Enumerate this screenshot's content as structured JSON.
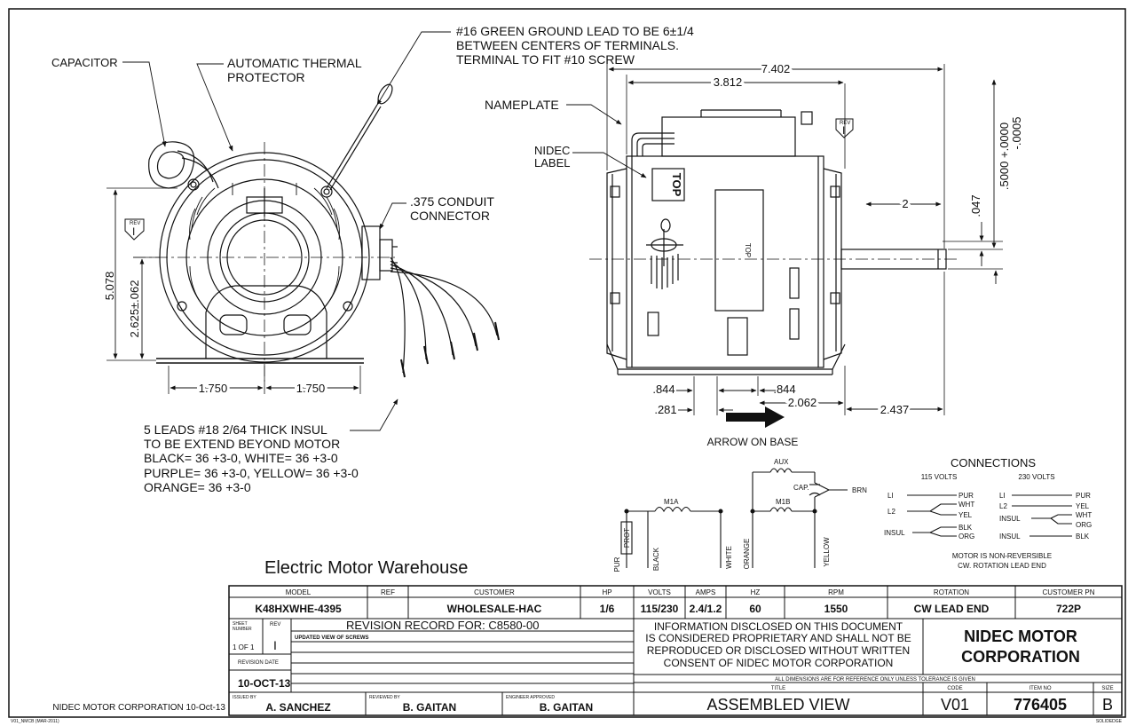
{
  "left_view": {
    "capacitor": "CAPACITOR",
    "thermal_1": "AUTOMATIC THERMAL",
    "thermal_2": "PROTECTOR",
    "ground_1": "#16 GREEN GROUND LEAD TO BE 6±1/4",
    "ground_2": "BETWEEN CENTERS OF TERMINALS.",
    "ground_3": "TERMINAL TO FIT #10 SCREW",
    "conduit_1": ".375 CONDUIT",
    "conduit_2": "CONNECTOR",
    "rev_tag": "REV",
    "rev_symbol": "I",
    "dim_height": "5.078",
    "dim_center": "2.625±.062",
    "dim_half_left": "1.750",
    "dim_half_right": "1.750",
    "leads": [
      "5 LEADS #18 2/64 THICK INSUL",
      "TO BE EXTEND BEYOND MOTOR",
      "BLACK= 36 +3-0, WHITE= 36 +3-0",
      "PURPLE= 36 +3-0, YELLOW= 36 +3-0",
      "ORANGE= 36 +3-0"
    ]
  },
  "right_view": {
    "dim_overall": "7.402",
    "dim_body": "3.812",
    "nameplate": "NAMEPLATE",
    "nidec_1": "NIDEC",
    "nidec_2": "LABEL",
    "top_a": "TOP",
    "top_b": "TOP",
    "shaft_1": ".5000 +.0000",
    "shaft_2": "-.0005",
    "dim_flat": ".047",
    "dim_shaft": "2",
    "dim_844_left": ".844",
    "dim_844_right": ".844",
    "dim_281": ".281",
    "dim_2062": "2.062",
    "dim_2437": "2.437",
    "arrow_label": "ARROW ON BASE",
    "rev_tag": "REV",
    "rev_symbol": "I"
  },
  "wiring": {
    "aux": "AUX",
    "cap": "CAP.",
    "brn": "BRN",
    "m1a": "M1A",
    "m1b": "M1B",
    "prot": "PROT",
    "pur": "PUR",
    "black": "BLACK",
    "white": "WHITE",
    "orange": "ORANGE",
    "yellow": "YELLOW",
    "connections_title": "CONNECTIONS",
    "volts_115": "115 VOLTS",
    "volts_230": "230 VOLTS",
    "c115": {
      "l1": "LI",
      "l2": "L2",
      "insul": "INSUL",
      "pur": "PUR",
      "wht": "WHT",
      "yel": "YEL",
      "blk": "BLK",
      "org": "ORG"
    },
    "c230": {
      "l1": "LI",
      "l2": "L2",
      "insul_a": "INSUL",
      "insul_b": "INSUL",
      "pur": "PUR",
      "yel": "YEL",
      "wht": "WHT",
      "org": "ORG",
      "blk": "BLK"
    },
    "note_1": "MOTOR IS NON-REVERSIBLE",
    "note_2": "CW. ROTATION LEAD END"
  },
  "title_block": {
    "watermark": "Electric Motor Warehouse",
    "headers": {
      "model": "MODEL",
      "ref": "REF",
      "customer": "CUSTOMER",
      "hp": "HP",
      "volts": "VOLTS",
      "amps": "AMPS",
      "hz": "HZ",
      "rpm": "RPM",
      "rotation": "ROTATION",
      "customer_pn": "CUSTOMER PN"
    },
    "values": {
      "model": "K48HXWHE-4395",
      "ref": "",
      "customer": "WHOLESALE-HAC",
      "hp": "1/6",
      "volts": "115/230",
      "amps": "2.4/1.2",
      "hz": "60",
      "rpm": "1550",
      "rotation": "CW LEAD END",
      "customer_pn": "722P"
    },
    "sheet_label_1": "SHEET",
    "sheet_label_2": "NUMBER",
    "sheet_value": "1 OF 1",
    "rev_label": "REV",
    "rev_value": "I",
    "revision_label": "REVISION DATE",
    "revision_date": "10-OCT-13",
    "revision_record": "REVISION RECORD FOR: C8580-00",
    "revision_note": "UPDATED VIEW OF SCREWS",
    "info_1": "INFORMATION DISCLOSED ON THIS DOCUMENT",
    "info_2": "IS CONSIDERED PROPRIETARY AND SHALL NOT BE",
    "info_3": "REPRODUCED OR DISCLOSED WITHOUT WRITTEN",
    "info_4": "CONSENT OF NIDEC MOTOR CORPORATION",
    "company_1": "NIDEC MOTOR",
    "company_2": "CORPORATION",
    "dims_note": "ALL DIMENSIONS ARE FOR REFERENCE ONLY UNLESS TOLERANCE IS GIVEN",
    "title_label": "TITLE",
    "title_value": "ASSEMBLED VIEW",
    "code_label": "CODE",
    "code_value": "V01",
    "item_label": "ITEM NO",
    "item_value": "776405",
    "size_label": "SIZE",
    "size_value": "B",
    "issued_label": "ISSUED BY",
    "issued_value": "A. SANCHEZ",
    "reviewed_label": "REVIEWED BY",
    "reviewed_value": "B. GAITAN",
    "engineer_label": "ENGINEER APPROVED",
    "engineer_value": "B. GAITAN",
    "footer_left": "NIDEC MOTOR CORPORATION 10-Oct-13",
    "corner_left": "V01_NMCB (MAR-2011)",
    "corner_right": "SOLIDEDGE"
  }
}
